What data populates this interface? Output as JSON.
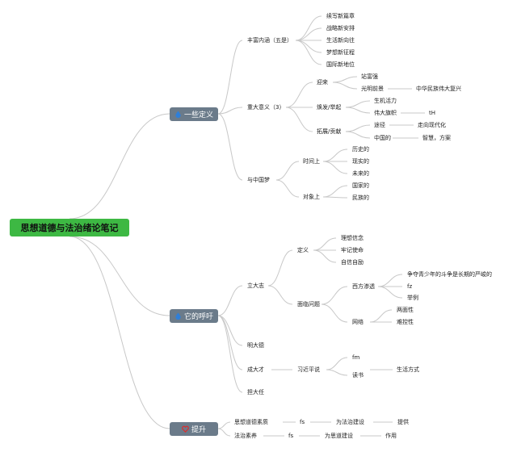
{
  "root": {
    "label": "思想道德与法治绪论笔记"
  },
  "branches": {
    "b1": {
      "label": "一些定义",
      "icon": "water-drop-icon",
      "color": "#6b7b8a",
      "icon_color": "#2f7fd8"
    },
    "b2": {
      "label": "它的呼吁",
      "icon": "water-drop-icon",
      "color": "#6b7b8a",
      "icon_color": "#2f7fd8"
    },
    "b3": {
      "label": "提升",
      "icon": "heart-icon",
      "color": "#6b7b8a",
      "icon_color": "#e02b2b"
    }
  },
  "nodes": {
    "fengfu": "丰富内涵（五是）",
    "xuxie": "续写新篇章",
    "zhanlue": "战略新安排",
    "shenghuo": "生活新向往",
    "mengxiang": "梦想新征程",
    "guoji": "国际新地位",
    "zhongda": "重大意义（3）",
    "yinglai": "迎来",
    "zhanfu": "站富强",
    "guangming": "光明前景",
    "fuxing": "中华民族伟大复兴",
    "huanfa": "焕发/举起",
    "shengji": "生机活力",
    "weida": "伟大旗帜",
    "th": "tH",
    "tuozhan": "拓展/贡献",
    "tujing": "途径",
    "zouxiang": "走向现代化",
    "zhongguode": "中国的",
    "zhihui": "智慧，方案",
    "zhongguomeng": "与中国梦",
    "shijianshang": "时间上",
    "lishi": "历史的",
    "xianshi": "现实的",
    "weilai": "未来的",
    "duixiangshang": "对象上",
    "guojia": "国家的",
    "minzu": "民族的",
    "lidazhi": "立大志",
    "dingyi": "定义",
    "lixiang": "理想信念",
    "laoji": "牢记使命",
    "zixin": "自信自励",
    "mianlin": "面临问题",
    "xifang": "西方渗透",
    "zhengduo": "争夺青少年的斗争是长期的严峻的",
    "fz": "fz",
    "juli": "举例",
    "wangluo": "网络",
    "liangmian": "两面性",
    "nankong": "难控性",
    "mingdade": "明大德",
    "chengdacai": "成大才",
    "xijin": "习近平说",
    "fm": "fm",
    "dushu": "读书",
    "shenghuofangshi": "生活方式",
    "dandaren": "担大任",
    "sxddsuzhi": "思想道德素质",
    "fs1": "fs",
    "fzjianshe": "为法治建设",
    "tigong": "提供",
    "fzsuyang": "法治素养",
    "fs2": "fs",
    "sdjianshe": "为思道建设",
    "zuoyong": "作用"
  }
}
